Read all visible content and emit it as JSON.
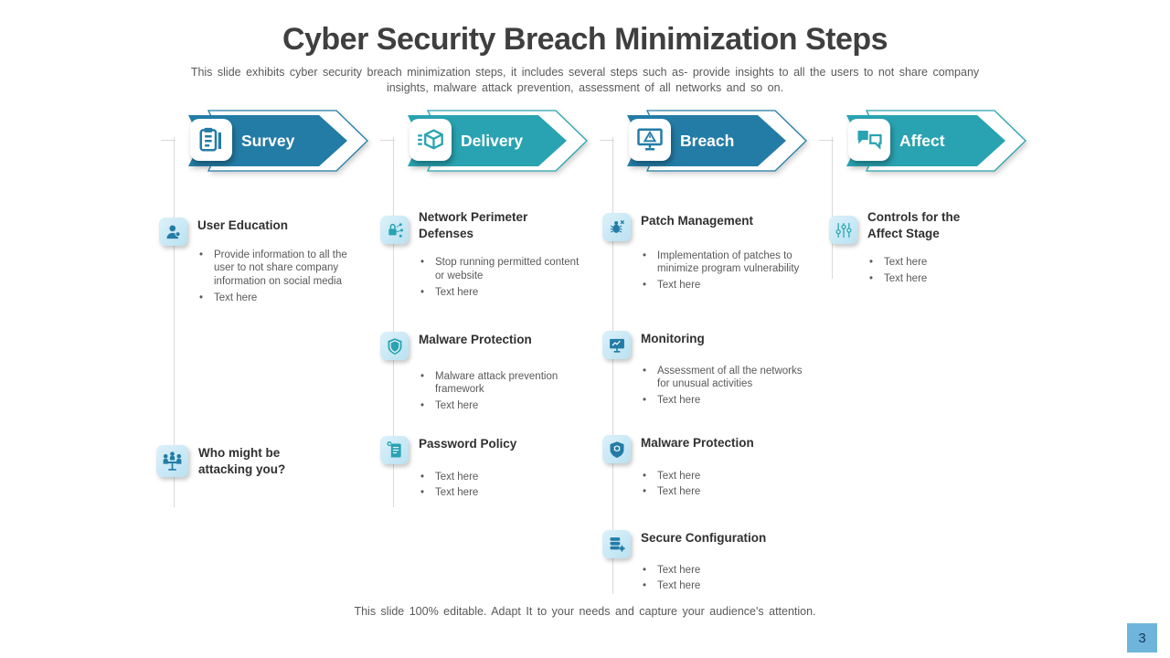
{
  "slide": {
    "title": "Cyber Security Breach Minimization Steps",
    "subtitle": "This slide exhibits cyber security breach minimization steps, it includes several steps such as- provide insights to all the users to not share company insights, malware attack prevention, assessment of all networks and so on.",
    "footer": "This slide 100% editable. Adapt It to your needs and capture your audience's attention.",
    "page_number": "3"
  },
  "colors": {
    "arrow_dark": "#237CA6",
    "arrow_teal": "#29A3B1",
    "icon_box_bg": "#CBE8F6",
    "connector_line": "#D9D9D9",
    "page_badge_bg": "#6FB5DB",
    "title_text": "#3F3F3F",
    "body_text": "#595959"
  },
  "columns": [
    {
      "banner": {
        "label": "Survey",
        "icon": "clipboard-pen-icon"
      },
      "items": [
        {
          "title": "User Education",
          "icon": "user-icon",
          "bullets": [
            "Provide information to all the user to not share company information on social media",
            "Text here"
          ]
        },
        {
          "title": "Who might be attacking you?",
          "icon": "meeting-icon",
          "bullets": []
        }
      ]
    },
    {
      "banner": {
        "label": "Delivery",
        "icon": "package-icon"
      },
      "items": [
        {
          "title": "Network Perimeter Defenses",
          "icon": "network-lock-icon",
          "bullets": [
            "Stop running permitted content or website",
            "Text here"
          ]
        },
        {
          "title": "Malware Protection",
          "icon": "shield-icon",
          "bullets": [
            "Malware attack prevention framework",
            "Text here"
          ]
        },
        {
          "title": "Password Policy",
          "icon": "scroll-icon",
          "bullets": [
            "Text here",
            "Text here"
          ]
        }
      ]
    },
    {
      "banner": {
        "label": "Breach",
        "icon": "monitor-alert-icon"
      },
      "items": [
        {
          "title": "Patch Management",
          "icon": "bug-patch-icon",
          "bullets": [
            "Implementation of patches to minimize program vulnerability",
            "Text here"
          ]
        },
        {
          "title": "Monitoring",
          "icon": "monitor-icon",
          "bullets": [
            "Assessment of all the networks for unusual activities",
            "Text here"
          ]
        },
        {
          "title": "Malware Protection",
          "icon": "shield-bug-icon",
          "bullets": [
            "Text here",
            "Text here"
          ]
        },
        {
          "title": "Secure Configuration",
          "icon": "server-gear-icon",
          "bullets": [
            "Text here",
            "Text here"
          ]
        }
      ]
    },
    {
      "banner": {
        "label": "Affect",
        "icon": "chat-question-icon"
      },
      "items": [
        {
          "title": "Controls for the Affect Stage",
          "icon": "sliders-icon",
          "bullets": [
            "Text here",
            "Text here"
          ]
        }
      ]
    }
  ]
}
